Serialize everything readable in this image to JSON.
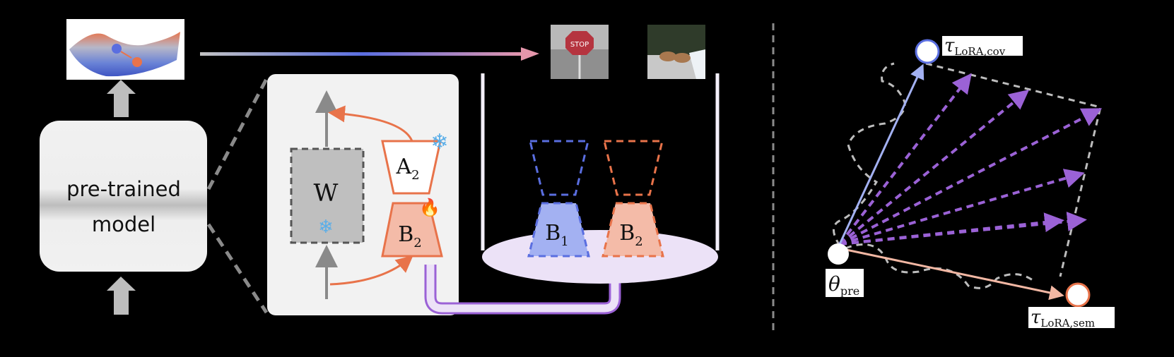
{
  "left_panel": {
    "model_box_label_line1": "pre-trained",
    "model_box_label_line2": "model",
    "loss_landscape_icon": "loss-landscape-image"
  },
  "lora_block": {
    "weight_label": "W",
    "a_label": "A",
    "a_sub": "2",
    "b_label": "B",
    "b_sub": "2",
    "frozen_icon": "snowflake",
    "trainable_icon": "fire"
  },
  "merge_bowl": {
    "b1_label": "B",
    "b1_sub": "1",
    "b2_label": "B",
    "b2_sub": "2",
    "images": [
      "stop-sign-frost-image",
      "deer-crossing-road-image"
    ]
  },
  "right_panel": {
    "origin_label": "θ",
    "origin_sub": "pre",
    "top_label": "τ",
    "top_sub": "LoRA,cov",
    "bottom_label": "τ",
    "bottom_sub": "LoRA,sem",
    "interpolation_arrow_count": 6
  },
  "colors": {
    "blue": "#5a6ee0",
    "blue_light": "#a3b1f2",
    "orange": "#e8734a",
    "orange_light": "#f2b7a3",
    "purple": "#9b62d6",
    "purple_light": "#ece2f7",
    "gray": "#8a8a8a",
    "panel": "#f2f2f2"
  }
}
